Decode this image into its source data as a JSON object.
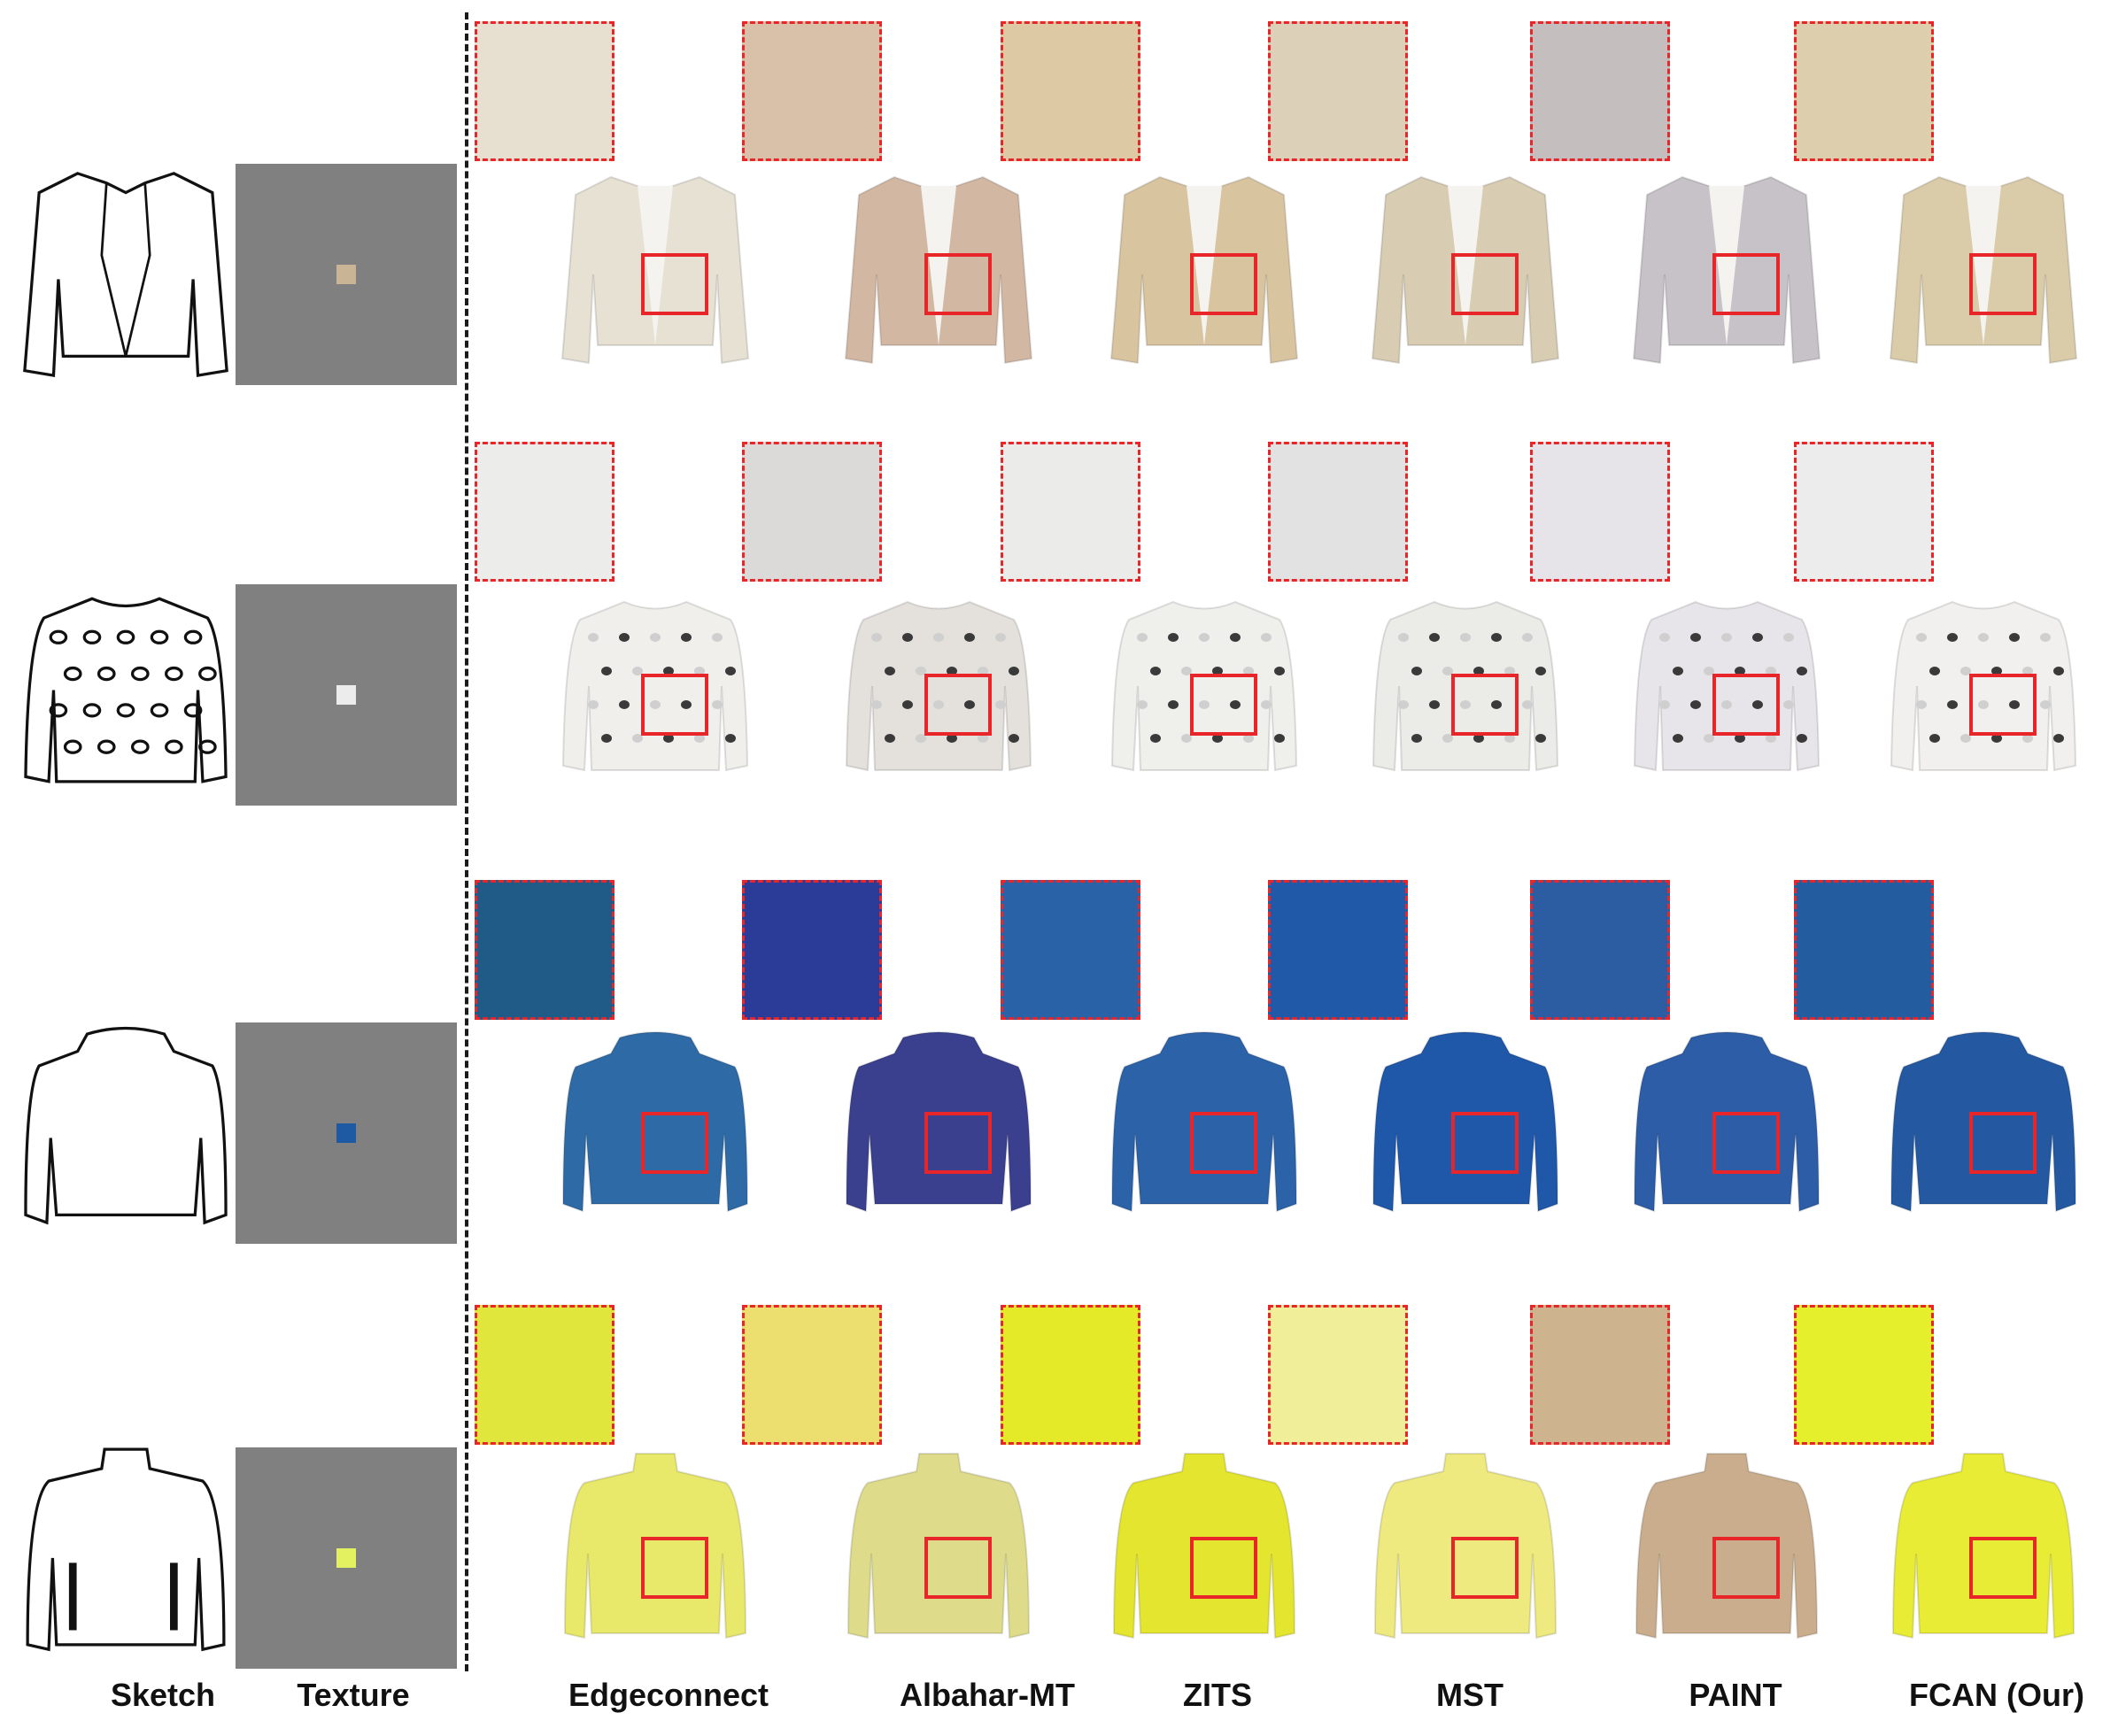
{
  "column_labels": {
    "sketch": "Sketch",
    "texture": "Texture",
    "methods": [
      "Edgeconnect",
      "Albahar-MT",
      "ZITS",
      "MST",
      "PAINT",
      "FCAN (Our)"
    ]
  },
  "rows": [
    {
      "garment": "blazer",
      "patch_color": "#c9b596",
      "zoom_colors": [
        "#e7dfcf",
        "#d9c0a9",
        "#ddc9a3",
        "#dcd0b8",
        "#c4bebf",
        "#ddcfae"
      ],
      "garment_colors": [
        "#e6e1d3",
        "#d2b7a3",
        "#d9c4a0",
        "#d8ccb3",
        "#c7c1c8",
        "#dacca9"
      ]
    },
    {
      "garment": "polka-dot-sweater",
      "patch_color": "#ececec",
      "zoom_colors": [
        "#ececea",
        "#dcdad8",
        "#ebebe9",
        "#e2e2e2",
        "#e6e4e8",
        "#ececec"
      ],
      "garment_colors": [
        "#f0efeb",
        "#e4e0dc",
        "#efefec",
        "#ebebe8",
        "#e8e5ea",
        "#f1f0ee"
      ]
    },
    {
      "garment": "hoodie",
      "patch_color": "#1e5aa4",
      "zoom_colors": [
        "#205a86",
        "#2b3c98",
        "#2a62a8",
        "#2059a8",
        "#2c5ca2",
        "#245ca0"
      ],
      "garment_colors": [
        "#2e6aa6",
        "#3a3f8e",
        "#2c62a8",
        "#1f57a9",
        "#2c5da6",
        "#2459a2"
      ]
    },
    {
      "garment": "turtleneck",
      "patch_color": "#e3f060",
      "zoom_colors": [
        "#e0e63c",
        "#ecdf70",
        "#e5ea28",
        "#f1ee9a",
        "#cdb38e",
        "#e6ef2c"
      ],
      "garment_colors": [
        "#e8e86a",
        "#dedc8a",
        "#e3e52e",
        "#eeea80",
        "#c9ad8c",
        "#e8ec34"
      ]
    }
  ]
}
